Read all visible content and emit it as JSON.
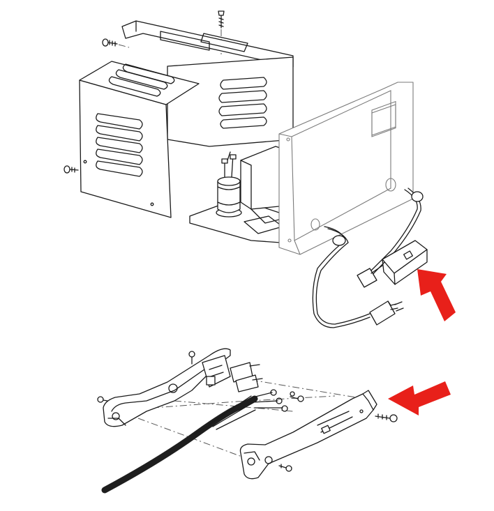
{
  "figure": {
    "colors": {
      "line": "#1a1a1a",
      "panel": "#7a7a7a",
      "arrow": "#e8201a",
      "cable": "#1e1e1e"
    },
    "parts": [
      {
        "id": "cabinet",
        "icon": "charger-cabinet-icon"
      },
      {
        "id": "front-panel",
        "icon": "front-panel-icon"
      },
      {
        "id": "capacitor",
        "icon": "capacitor-icon"
      },
      {
        "id": "dc-cord",
        "icon": "dc-cord-icon"
      },
      {
        "id": "ac-plug",
        "icon": "ac-plug-icon"
      },
      {
        "id": "dc-plug-handle",
        "icon": "dc-plug-handle-icon"
      },
      {
        "id": "screws",
        "icon": "screw-icon"
      }
    ],
    "callouts": [
      {
        "target": "dc-plug",
        "color": "#e8201a"
      },
      {
        "target": "dc-plug-handle",
        "color": "#e8201a"
      }
    ]
  }
}
